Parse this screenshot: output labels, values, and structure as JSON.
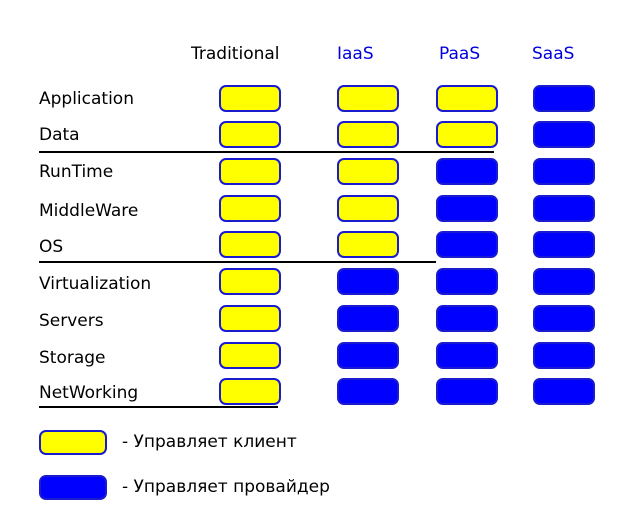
{
  "colors": {
    "client": "#ffff00",
    "provider": "#0000ff",
    "header_accent": "#0000e0",
    "border": "#1a1acf"
  },
  "columns": [
    {
      "label": "Traditional",
      "color": "#000000"
    },
    {
      "label": "IaaS",
      "color": "#0000e0"
    },
    {
      "label": "PaaS",
      "color": "#0000e0"
    },
    {
      "label": "SaaS",
      "color": "#0000e0"
    }
  ],
  "rows": [
    {
      "label": "Application",
      "managed_by": [
        "client",
        "client",
        "client",
        "provider"
      ]
    },
    {
      "label": "Data",
      "managed_by": [
        "client",
        "client",
        "client",
        "provider"
      ]
    },
    {
      "label": "RunTime",
      "managed_by": [
        "client",
        "client",
        "provider",
        "provider"
      ]
    },
    {
      "label": "MiddleWare",
      "managed_by": [
        "client",
        "client",
        "provider",
        "provider"
      ]
    },
    {
      "label": "OS",
      "managed_by": [
        "client",
        "client",
        "provider",
        "provider"
      ]
    },
    {
      "label": "Virtualization",
      "managed_by": [
        "client",
        "provider",
        "provider",
        "provider"
      ]
    },
    {
      "label": "Servers",
      "managed_by": [
        "client",
        "provider",
        "provider",
        "provider"
      ]
    },
    {
      "label": "Storage",
      "managed_by": [
        "client",
        "provider",
        "provider",
        "provider"
      ]
    },
    {
      "label": "NetWorking",
      "managed_by": [
        "client",
        "provider",
        "provider",
        "provider"
      ]
    }
  ],
  "legend": {
    "client_label": "- Управляет клиент",
    "provider_label": "- Управляет провайдер"
  }
}
